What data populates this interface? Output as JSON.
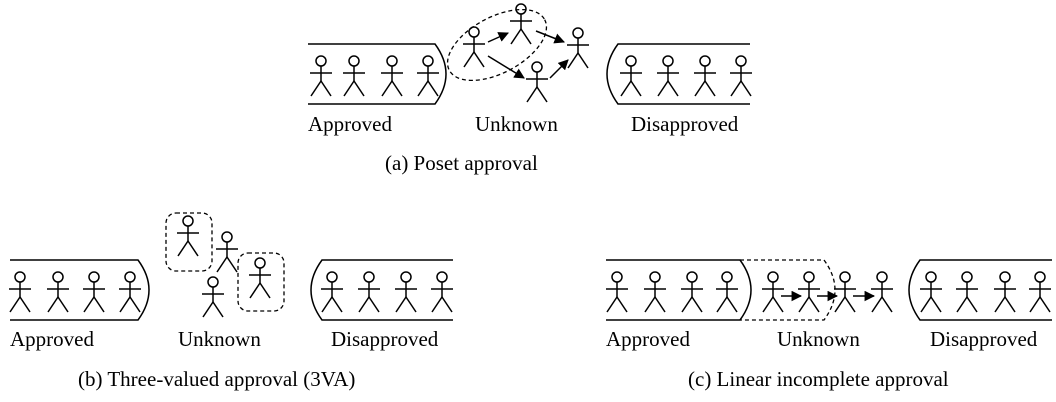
{
  "panels": {
    "a": {
      "caption": "(a)  Poset approval",
      "labels": {
        "approved": "Approved",
        "unknown": "Unknown",
        "disapproved": "Disapproved"
      }
    },
    "b": {
      "caption": "(b)  Three-valued approval (3VA)",
      "labels": {
        "approved": "Approved",
        "unknown": "Unknown",
        "disapproved": "Disapproved"
      }
    },
    "c": {
      "caption": "(c)  Linear incomplete approval",
      "labels": {
        "approved": "Approved",
        "unknown": "Unknown",
        "disapproved": "Disapproved"
      }
    }
  }
}
